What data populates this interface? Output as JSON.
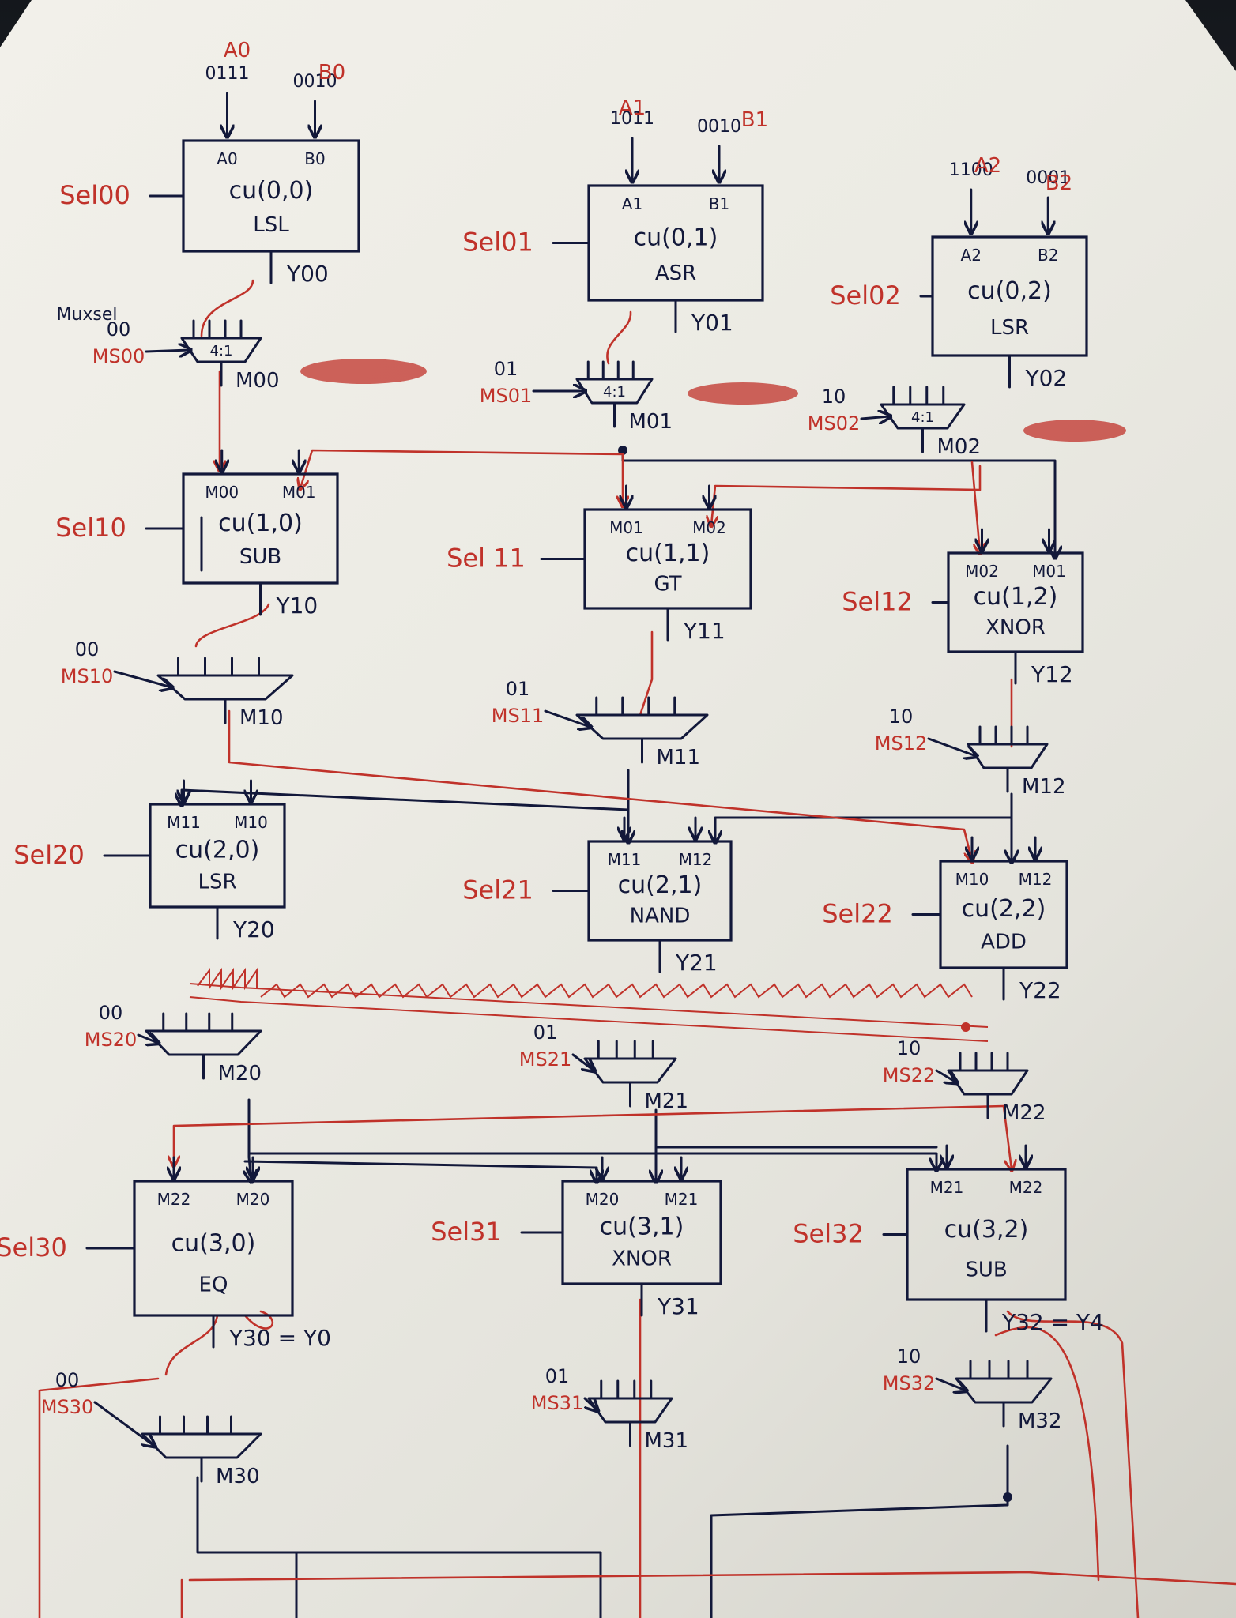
{
  "cells": [
    {
      "id": "c00",
      "name": "cu(0,0)",
      "op": "LSL",
      "sel": "Sel00",
      "in1": "A0",
      "in2": "B0",
      "v1": "0111",
      "v2": "0010",
      "out": "Y00"
    },
    {
      "id": "c01",
      "name": "cu(0,1)",
      "op": "ASR",
      "sel": "Sel01",
      "in1": "A1",
      "in2": "B1",
      "v1": "1011",
      "v2": "0010",
      "out": "Y01"
    },
    {
      "id": "c02",
      "name": "cu(0,2)",
      "op": "LSR",
      "sel": "Sel02",
      "in1": "A2",
      "in2": "B2",
      "v1": "1100",
      "v2": "0001",
      "out": "Y02"
    },
    {
      "id": "c10",
      "name": "cu(1,0)",
      "op": "SUB",
      "sel": "Sel10",
      "in1": "M00",
      "in2": "M01",
      "out": "Y10"
    },
    {
      "id": "c11",
      "name": "cu(1,1)",
      "op": "GT",
      "sel": "Sel 11",
      "in1": "M01",
      "in2": "M02",
      "out": "Y11"
    },
    {
      "id": "c12",
      "name": "cu(1,2)",
      "op": "XNOR",
      "sel": "Sel12",
      "in1": "M02",
      "in2": "M01",
      "out": "Y12"
    },
    {
      "id": "c20",
      "name": "cu(2,0)",
      "op": "LSR",
      "sel": "Sel20",
      "in1": "M11",
      "in2": "M10",
      "out": "Y20"
    },
    {
      "id": "c21",
      "name": "cu(2,1)",
      "op": "NAND",
      "sel": "Sel21",
      "in1": "M11",
      "in2": "M12",
      "out": "Y21"
    },
    {
      "id": "c22",
      "name": "cu(2,2)",
      "op": "ADD",
      "sel": "Sel22",
      "in1": "M10",
      "in2": "M12",
      "out": "Y22"
    },
    {
      "id": "c30",
      "name": "cu(3,0)",
      "op": "EQ",
      "sel": "Sel30",
      "in1": "M22",
      "in2": "M20",
      "out": "Y30 = Y0"
    },
    {
      "id": "c31",
      "name": "cu(3,1)",
      "op": "XNOR",
      "sel": "Sel31",
      "in1": "M20",
      "in2": "M21",
      "out": "Y31"
    },
    {
      "id": "c32",
      "name": "cu(3,2)",
      "op": "SUB",
      "sel": "Sel32",
      "in1": "M21",
      "in2": "M22",
      "out": "Y32 = Y4"
    }
  ],
  "muxes": [
    {
      "id": "m00",
      "sel_val": "00",
      "ms": "MS00",
      "out": "M00",
      "ratio": "4:1",
      "extra": "Muxsel"
    },
    {
      "id": "m01",
      "sel_val": "01",
      "ms": "MS01",
      "out": "M01",
      "ratio": "4:1"
    },
    {
      "id": "m02",
      "sel_val": "10",
      "ms": "MS02",
      "out": "M02",
      "ratio": "4:1"
    },
    {
      "id": "m10",
      "sel_val": "00",
      "ms": "MS10",
      "out": "M10"
    },
    {
      "id": "m11",
      "sel_val": "01",
      "ms": "MS11",
      "out": "M11"
    },
    {
      "id": "m12",
      "sel_val": "10",
      "ms": "MS12",
      "out": "M12"
    },
    {
      "id": "m20",
      "sel_val": "00",
      "ms": "MS20",
      "out": "M20"
    },
    {
      "id": "m21",
      "sel_val": "01",
      "ms": "MS21",
      "out": "M21"
    },
    {
      "id": "m22",
      "sel_val": "10",
      "ms": "MS22",
      "out": "M22"
    },
    {
      "id": "m30",
      "sel_val": "00",
      "ms": "MS30",
      "out": "M30"
    },
    {
      "id": "m31",
      "sel_val": "01",
      "ms": "MS31",
      "out": "M31"
    },
    {
      "id": "m32",
      "sel_val": "10",
      "ms": "MS32",
      "out": "M32"
    }
  ],
  "colors": {
    "ink": "#12183a",
    "red": "#c0322a",
    "paper": "#efeee8",
    "desk": "#1d2026"
  }
}
